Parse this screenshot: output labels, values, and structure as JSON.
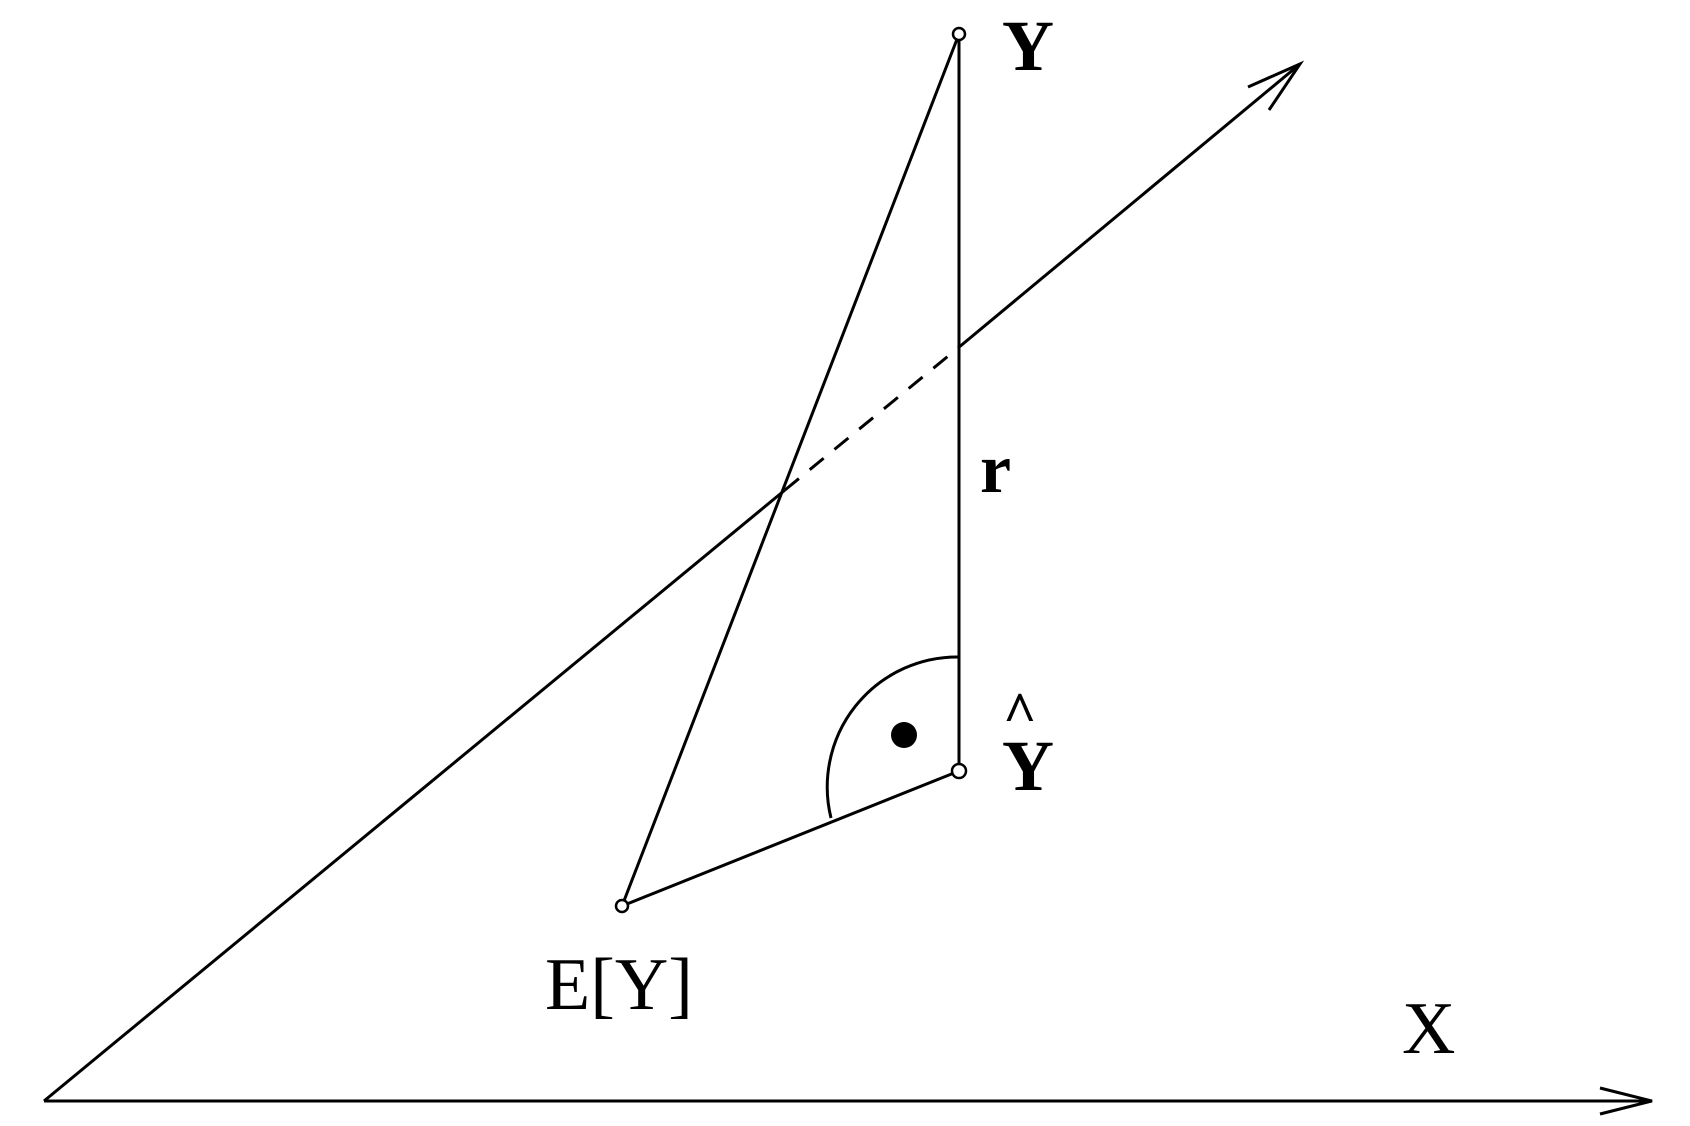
{
  "labels": {
    "y": "Y",
    "r": "r",
    "hat": "^",
    "y_hat": "Y",
    "expectation": "E[Y]",
    "x": "X"
  }
}
